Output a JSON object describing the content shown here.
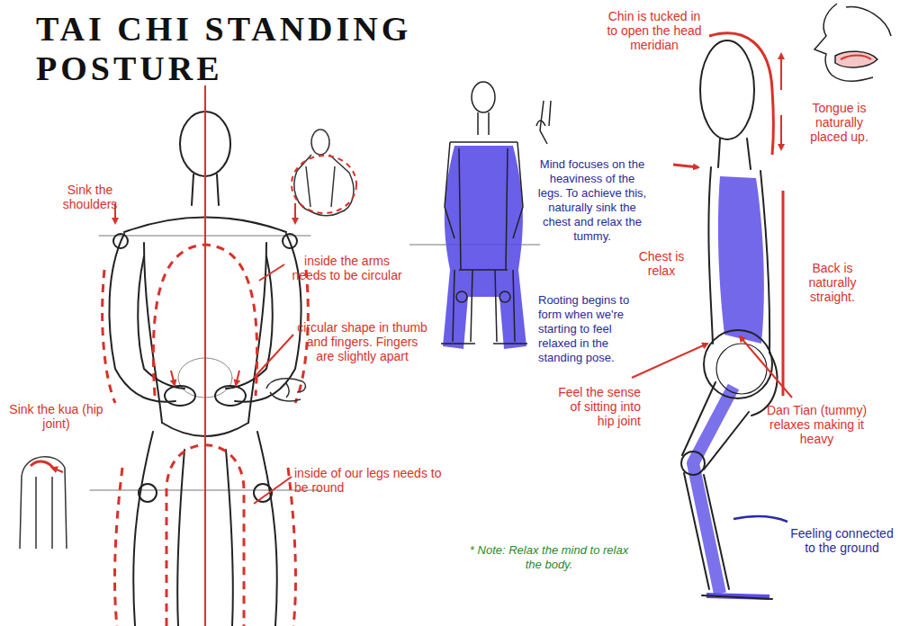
{
  "diagram": {
    "title": "TAI CHI STANDING POSTURE",
    "labels": [
      "Sink the shoulders",
      "inside the arms needs to be circular",
      "circular shape in thumb and fingers. Fingers are slightly apart",
      "Sink the kua (hip joint)",
      "inside of our legs needs to be round",
      "Mind focuses on the heaviness of the legs. To achieve this, naturally sink the chest and relax the tummy.",
      "Rooting begins to form when we're starting to feel relaxed in the standing pose.",
      "* Note: Relax the mind to relax the body.",
      "Chin is tucked in to open the head meridian",
      "Tongue is naturally placed up.",
      "Chest is relax",
      "Back is naturally straight.",
      "Feel the sense of sitting into hip joint",
      "Dan Tian (tummy) relaxes making it heavy",
      "Feeling connected to the ground"
    ]
  }
}
